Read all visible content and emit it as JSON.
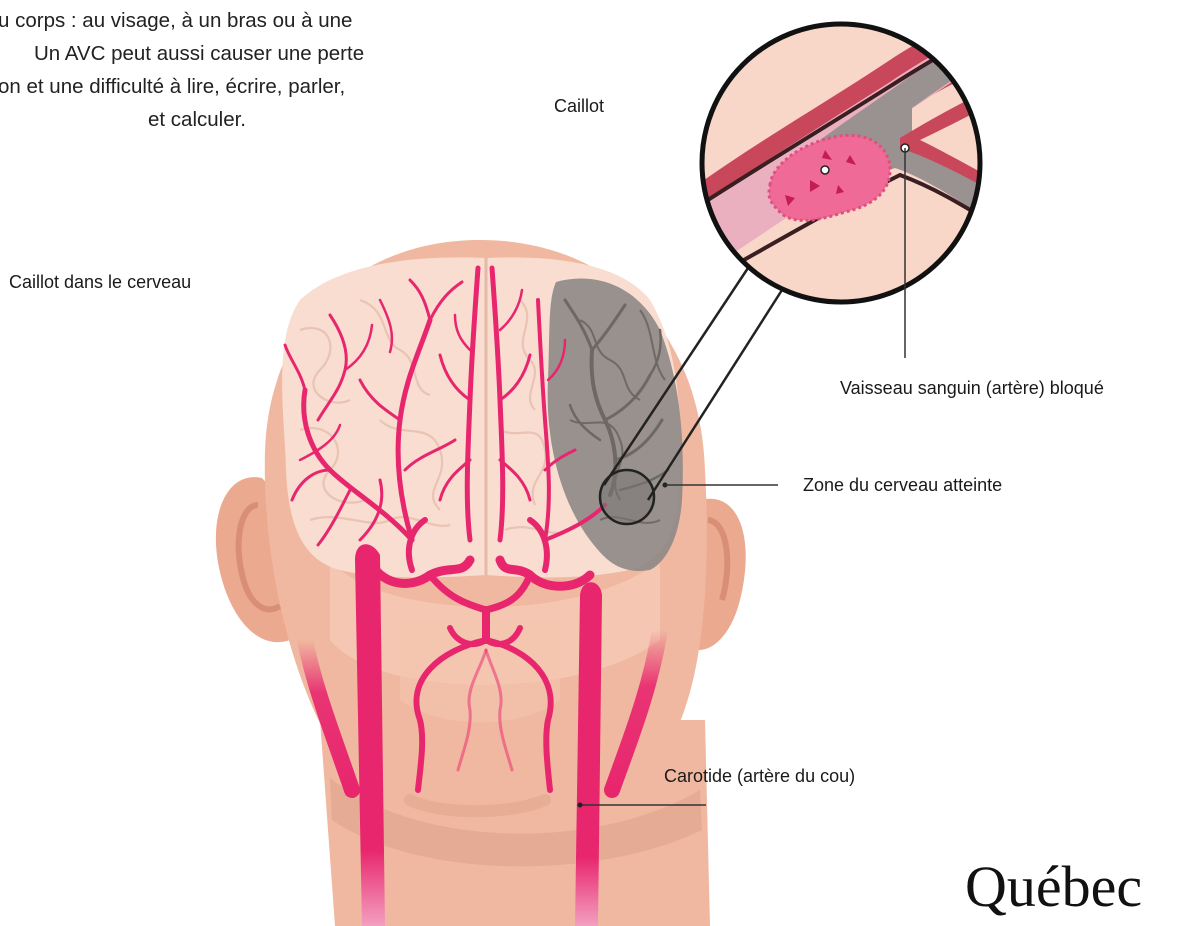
{
  "intro_text": [
    "u corps : au visage, à un bras ou à une",
    "Un AVC peut aussi causer une perte",
    "on et une difficulté à lire, écrire, parler,",
    "et calculer."
  ],
  "labels": {
    "clot": "Caillot",
    "clot_in_brain": "Caillot dans le cerveau",
    "blocked_vessel": "Vaisseau sanguin (artère) bloqué",
    "affected_zone": "Zone du cerveau atteinte",
    "carotid": "Carotide (artère du cou)"
  },
  "brand": "Québec",
  "colors": {
    "skin": "#f0b8a0",
    "skin_light": "#f7cfbd",
    "brain": "#f8ddd0",
    "brain_affected": "#8f8a88",
    "artery": "#e8266e",
    "vessel_wall": "#c8475a",
    "blocked_blood": "#9a9290",
    "clot": "#f06a98",
    "lines": "#333333"
  }
}
